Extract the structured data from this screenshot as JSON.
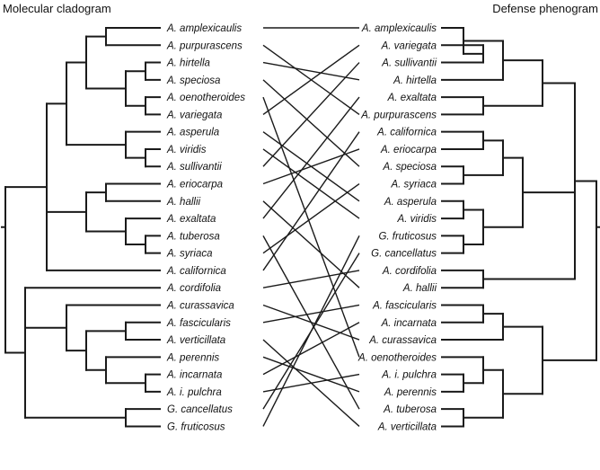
{
  "left_title": "Molecular cladogram",
  "right_title": "Defense phenogram",
  "left_taxa": [
    "A. amplexicaulis",
    "A. purpurascens",
    "A. hirtella",
    "A. speciosa",
    "A. oenotheroides",
    "A. variegata",
    "A. asperula",
    "A. viridis",
    "A. sullivantii",
    "A. eriocarpa",
    "A. hallii",
    "A. exaltata",
    "A. tuberosa",
    "A. syriaca",
    "A. californica",
    "A. cordifolia",
    "A. curassavica",
    "A. fascicularis",
    "A. verticillata",
    "A. perennis",
    "A. incarnata",
    "A. i. pulchra",
    "G. cancellatus",
    "G. fruticosus"
  ],
  "right_taxa": [
    "A. amplexicaulis",
    "A. variegata",
    "A. sullivantii",
    "A. hirtella",
    "A. exaltata",
    "A. purpurascens",
    "A. californica",
    "A. eriocarpa",
    "A. speciosa",
    "A. syriaca",
    "A. asperula",
    "A. viridis",
    "G. fruticosus",
    "G. cancellatus",
    "A. cordifolia",
    "A. hallii",
    "A. fascicularis",
    "A. incarnata",
    "A. curassavica",
    "A. oenotheroides",
    "A. i. pulchra",
    "A. perennis",
    "A. tuberosa",
    "A. verticillata"
  ]
}
